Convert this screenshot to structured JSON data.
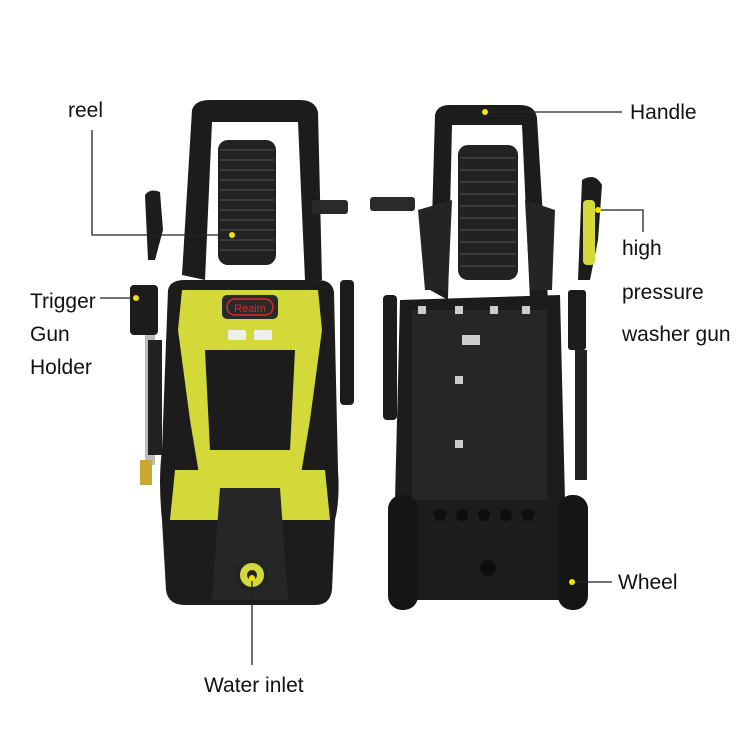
{
  "brand": "Reaim",
  "labels": {
    "reel": "reel",
    "trigger_gun_holder": [
      "Trigger",
      "Gun",
      "Holder"
    ],
    "handle": "Handle",
    "high_pressure_washer_gun": [
      "high",
      "pressure",
      "washer gun"
    ],
    "wheel": "Wheel",
    "water_inlet": "Water inlet"
  },
  "colors": {
    "body_yellow": "#d4d93a",
    "body_black": "#1c1c1c",
    "brand_red": "#d62a2a",
    "dot_yellow": "#f2e300"
  }
}
